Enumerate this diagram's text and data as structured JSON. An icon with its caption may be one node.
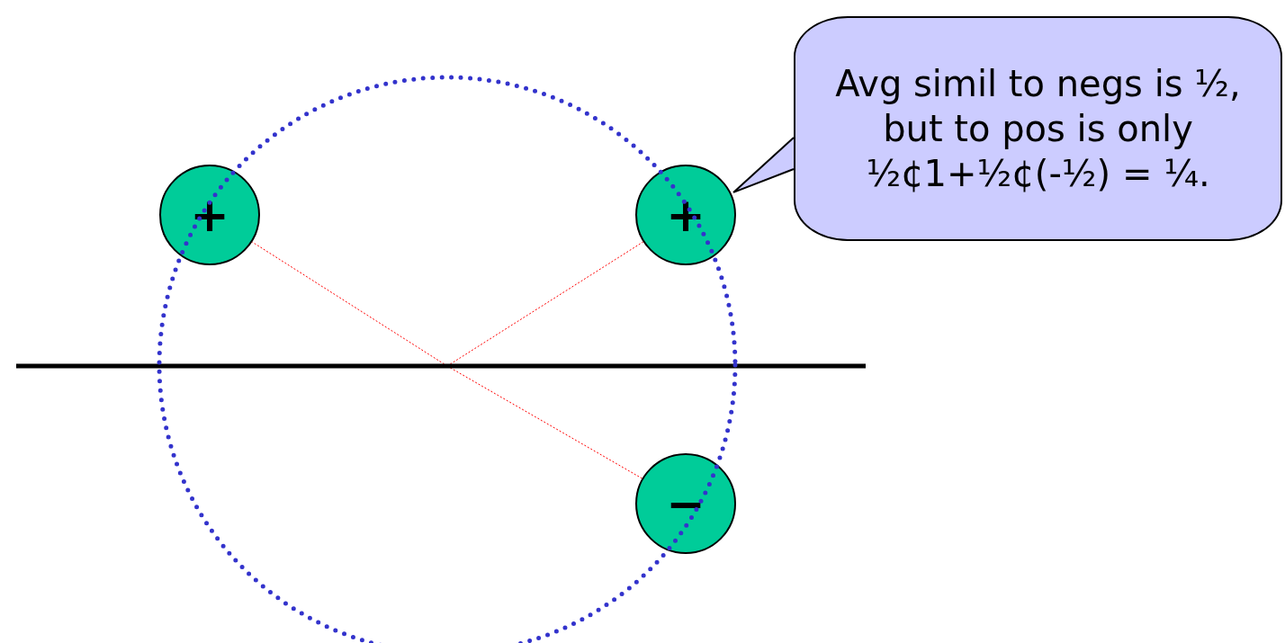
{
  "diagram": {
    "nodes": [
      {
        "text": [
          "+"
        ]
      },
      {
        "text": [
          "+"
        ]
      },
      {
        "text": [
          "−"
        ]
      },
      {
        "text": [
          "Avg simil to negs is ½, but to pos is only ½¢1+½¢(-½) = ¼."
        ]
      }
    ],
    "edges": [
      {
        "from": null,
        "to": 0,
        "arrow": "none",
        "style": "dashed",
        "color": "#ff0000"
      },
      {
        "from": null,
        "to": 1,
        "arrow": "none",
        "style": "dashed",
        "color": "#ff0000"
      },
      {
        "from": null,
        "to": 2,
        "arrow": "none",
        "style": "dashed",
        "color": "#ff0000"
      },
      {
        "from": 3,
        "to": 1,
        "arrow": "to",
        "color": "#000000"
      }
    ]
  }
}
